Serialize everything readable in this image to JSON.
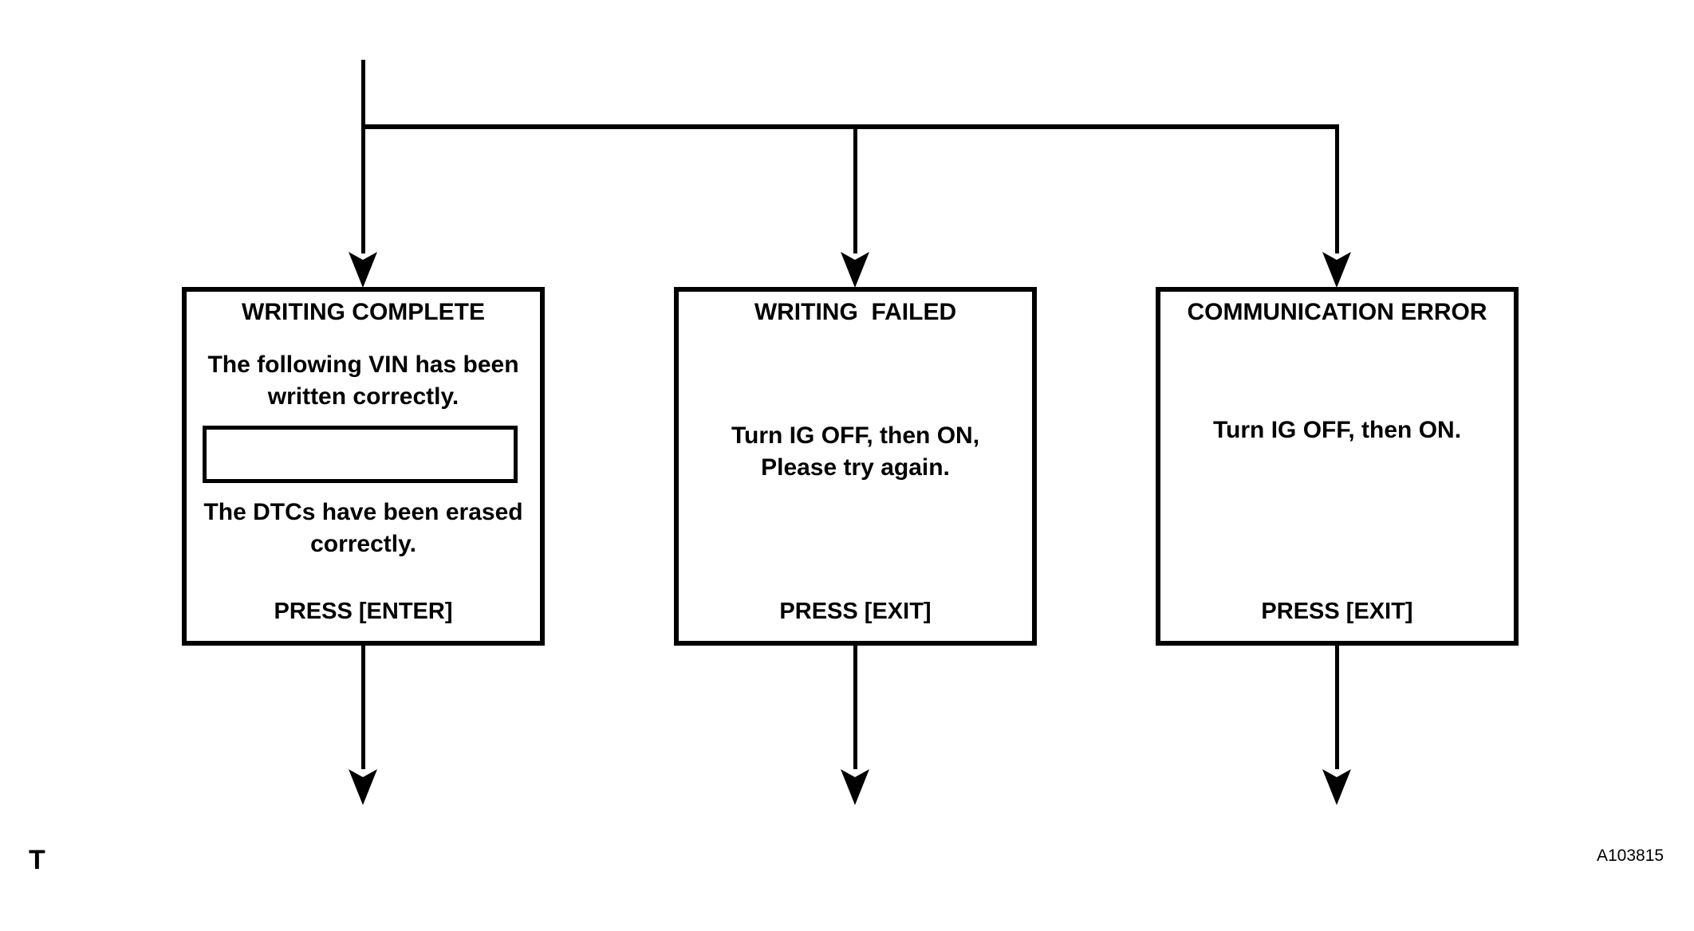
{
  "colors": {
    "ink": "#000000",
    "background": "#ffffff"
  },
  "footer": {
    "section_label": "T",
    "figure_id": "A103815"
  },
  "diagram": {
    "type": "flowchart",
    "boxes": [
      {
        "id": "writing-complete",
        "title": "WRITING COMPLETE",
        "message_top_lines": [
          "The following VIN has been",
          "written correctly."
        ],
        "vin_field_value": "",
        "message_bottom_lines": [
          "The DTCs have been erased",
          "correctly."
        ],
        "action": "PRESS [ENTER]"
      },
      {
        "id": "writing-failed",
        "title": "WRITING  FAILED",
        "message_lines": [
          "Turn IG OFF, then ON,",
          "Please try again."
        ],
        "action": "PRESS [EXIT]"
      },
      {
        "id": "communication-error",
        "title": "COMMUNICATION ERROR",
        "message_lines": [
          "Turn IG OFF, then ON."
        ],
        "action": "PRESS [EXIT]"
      }
    ]
  }
}
